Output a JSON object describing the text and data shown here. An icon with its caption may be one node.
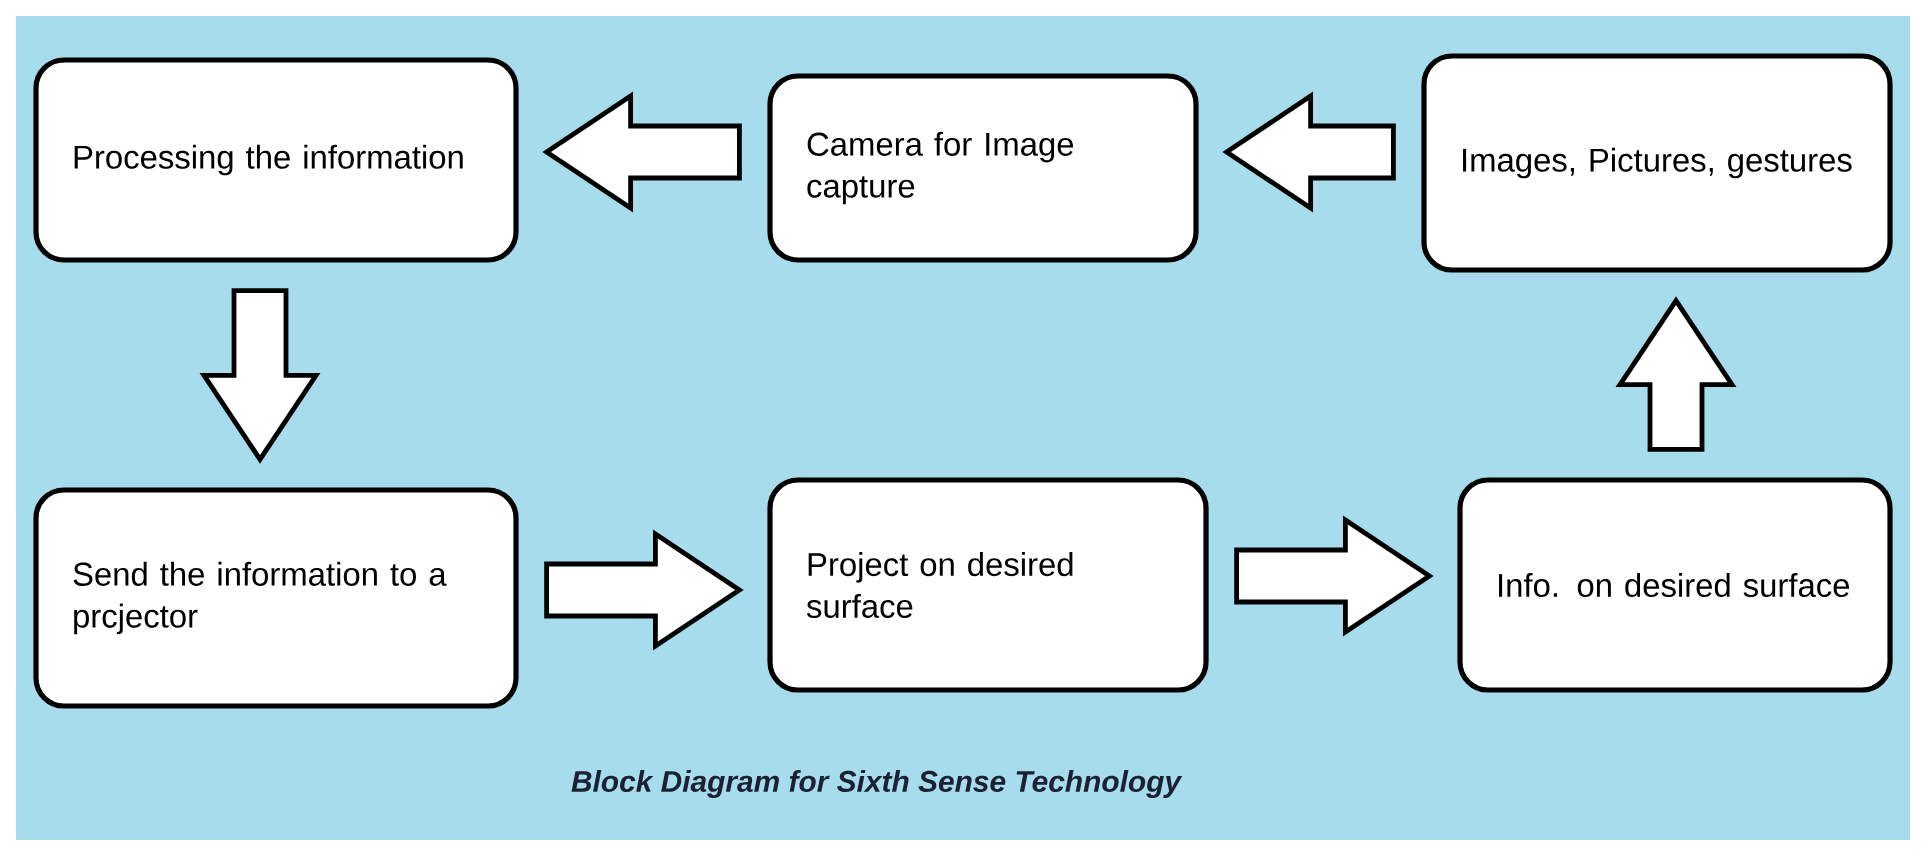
{
  "diagram": {
    "caption": "Block Diagram for Sixth Sense Technology",
    "nodes": [
      {
        "text": [
          "Processing the information"
        ]
      },
      {
        "text": [
          "Camera for Image capture"
        ]
      },
      {
        "text": [
          "Images, Pictures, gestures"
        ]
      },
      {
        "text": [
          "Send the information to a prcjector"
        ]
      },
      {
        "text": [
          "Project on desired surface"
        ]
      },
      {
        "text": [
          "Info. on desired surface"
        ]
      }
    ],
    "edges": [
      {
        "from": 1,
        "to": 0,
        "arrow": "to"
      },
      {
        "from": 2,
        "to": 1,
        "arrow": "to"
      },
      {
        "from": 0,
        "to": 3,
        "arrow": "to"
      },
      {
        "from": 3,
        "to": 4,
        "arrow": "to"
      },
      {
        "from": 4,
        "to": 5,
        "arrow": "to"
      },
      {
        "from": 5,
        "to": 2,
        "arrow": "to"
      }
    ]
  }
}
